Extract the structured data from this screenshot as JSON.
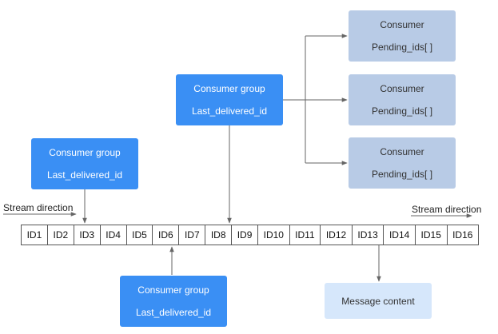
{
  "colors": {
    "group_fill": "#3a8ff4",
    "consumer_fill": "#b8cbe6",
    "message_fill": "#d6e7fb",
    "line": "#666666"
  },
  "stream": {
    "direction_label_left": "Stream direction",
    "direction_label_right": "Stream direction",
    "ids": [
      "ID1",
      "ID2",
      "ID3",
      "ID4",
      "ID5",
      "ID6",
      "ID7",
      "ID8",
      "ID9",
      "ID10",
      "ID11",
      "ID12",
      "ID13",
      "ID14",
      "ID15",
      "ID16"
    ]
  },
  "groups": [
    {
      "title": "Consumer group",
      "field": "Last_delivered_id"
    },
    {
      "title": "Consumer group",
      "field": "Last_delivered_id"
    },
    {
      "title": "Consumer group",
      "field": "Last_delivered_id"
    }
  ],
  "consumers": [
    {
      "title": "Consumer",
      "field": "Pending_ids[ ]"
    },
    {
      "title": "Consumer",
      "field": "Pending_ids[ ]"
    },
    {
      "title": "Consumer",
      "field": "Pending_ids[ ]"
    }
  ],
  "message": {
    "label": "Message content"
  }
}
